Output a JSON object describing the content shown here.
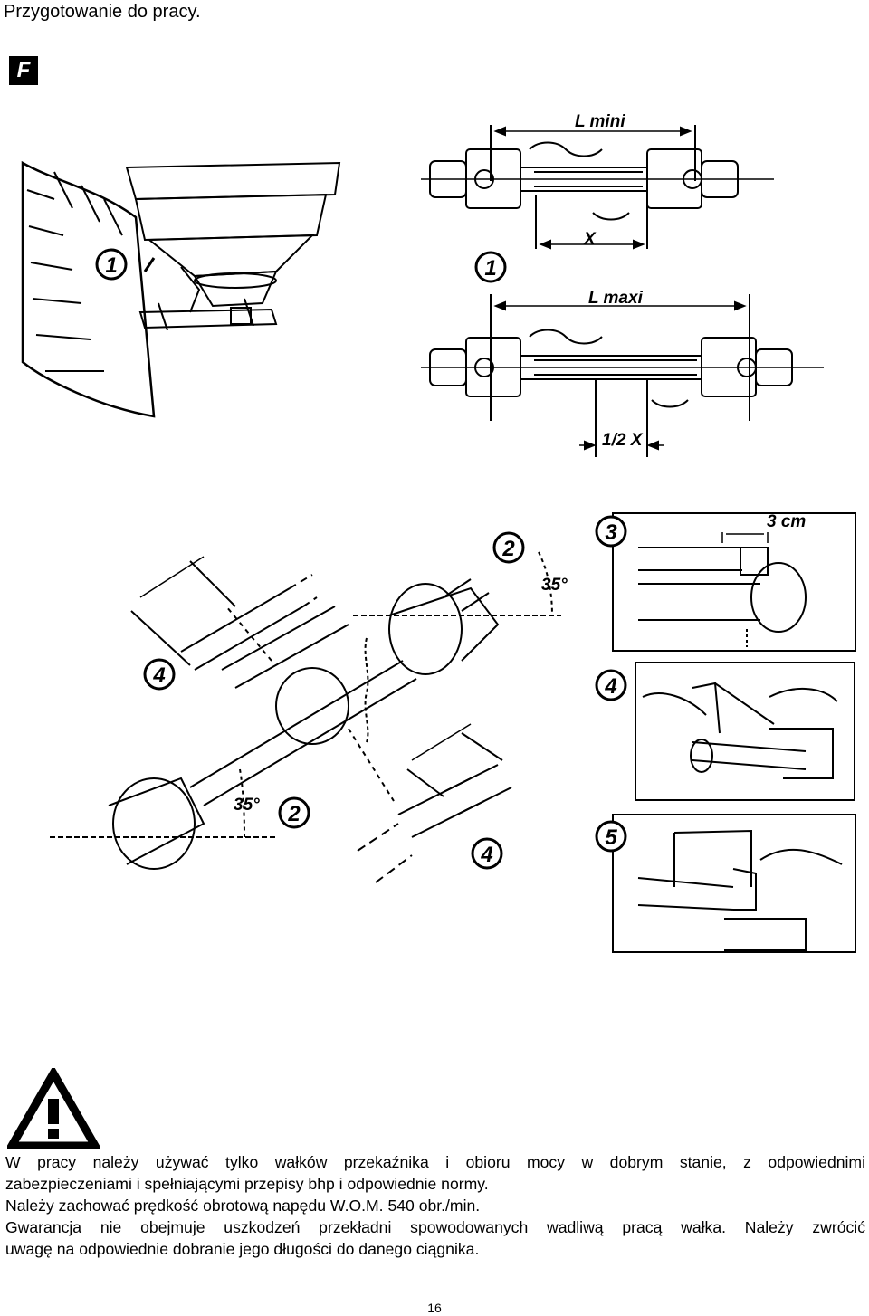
{
  "header": {
    "title": "Przygotowanie do pracy."
  },
  "section_marker": "F",
  "figure": {
    "labels": {
      "l_mini": "L mini",
      "l_maxi": "L maxi",
      "x": "X",
      "half_x": "1/2 X",
      "angle": "35°",
      "cm": "3 cm"
    },
    "callouts": {
      "one": "1",
      "two": "2",
      "three": "3",
      "four": "4",
      "five": "5"
    }
  },
  "body": {
    "lines": [
      "W pracy należy używać tylko wałków przekaźnika i obioru mocy w dobrym stanie, z odpowiednimi",
      "zabezpieczeniami i spełniającymi przepisy bhp i odpowiednie normy.",
      "Należy zachować prędkość obrotową napędu W.O.M. 540 obr./min.",
      "Gwarancja nie obejmuje uszkodzeń przekładni spowodowanych wadliwą pracą wałka. Należy zwrócić",
      "uwagę na odpowiednie dobranie jego długości do danego ciągnika."
    ]
  },
  "footer": {
    "page_number": "16"
  }
}
